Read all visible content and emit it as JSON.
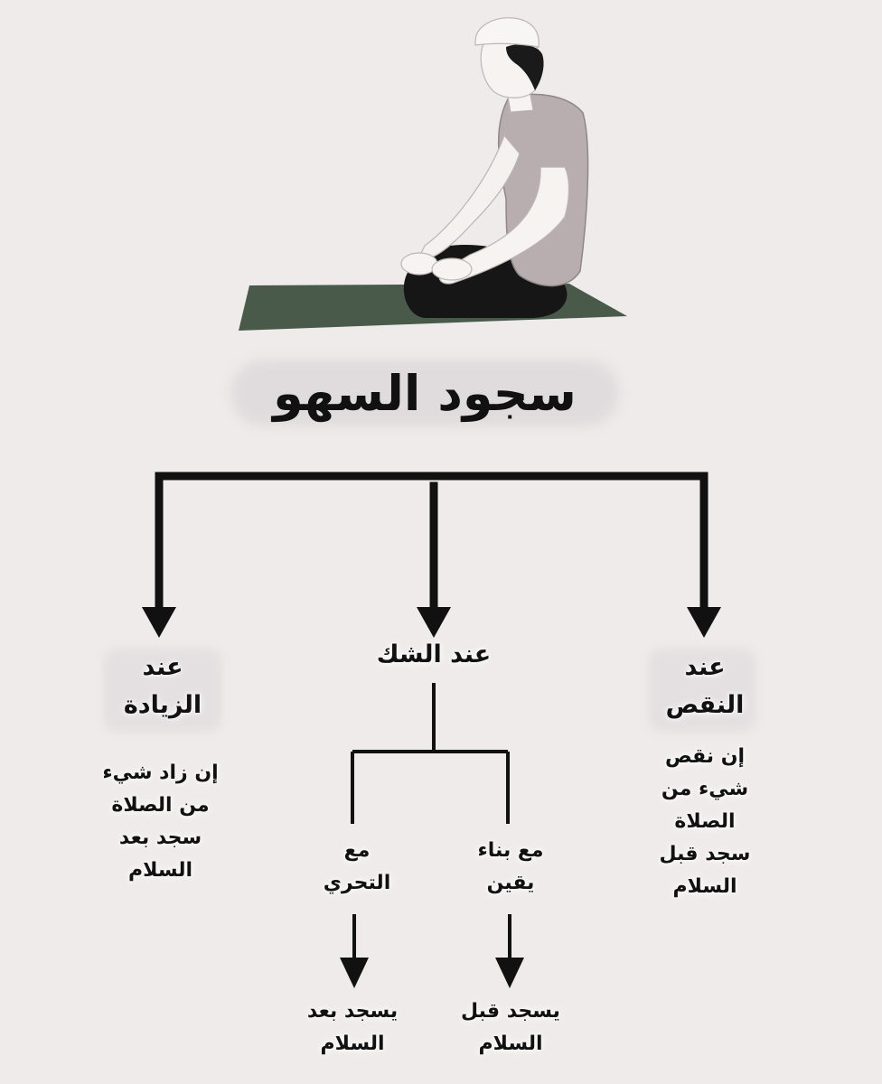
{
  "title": "سجود السهو",
  "branches": {
    "naqs": {
      "heading": "عند\nالنقص",
      "rule": "إن نقص\nشيء من\nالصلاة\nسجد قبل\nالسلام"
    },
    "shakk": {
      "heading": "عند الشك",
      "yaqin": {
        "label": "مع بناء\nيقين",
        "result": "يسجد قبل\nالسلام"
      },
      "taharri": {
        "label": "مع\nالتحري",
        "result": "يسجد بعد\nالسلام"
      }
    },
    "ziyada": {
      "heading": "عند\nالزيادة",
      "rule": "إن زاد شيء\nمن الصلاة\nسجد بعد\nالسلام"
    }
  },
  "colors": {
    "background": "#efebeb",
    "lines": "#111111",
    "mat": "#4a5a4a",
    "shirt": "#b8aeb0"
  }
}
